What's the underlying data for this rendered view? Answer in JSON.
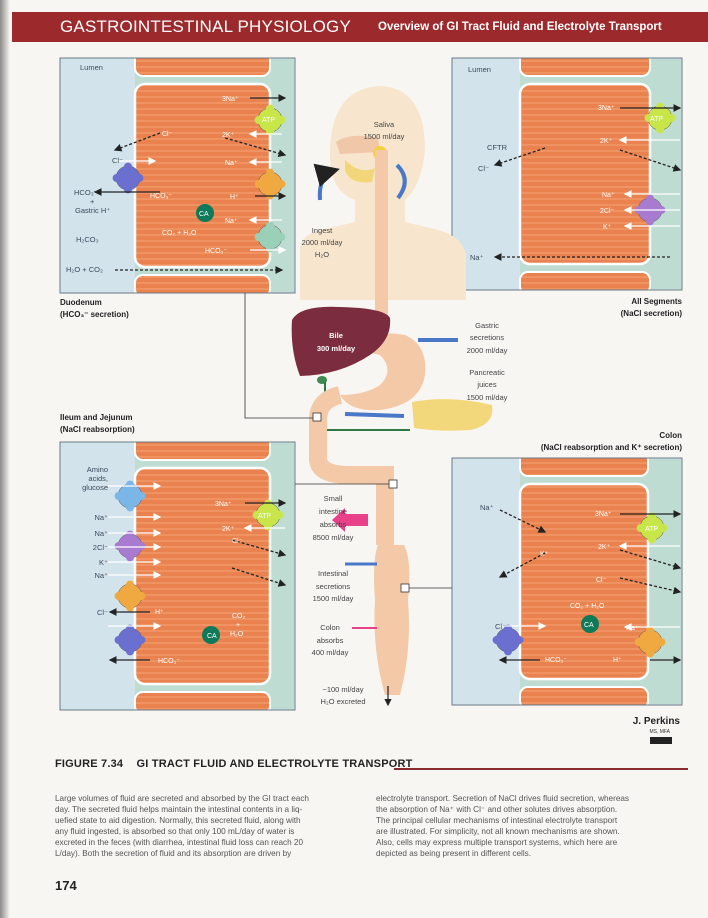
{
  "header": {
    "title": "GASTROINTESTINAL PHYSIOLOGY",
    "subtitle": "Overview of GI Tract Fluid and Electrolyte Transport"
  },
  "colors": {
    "header": "#9c2a2c",
    "cell": "#e9824f",
    "lumen": "#d3e3ec",
    "interstitium": "#bfdcd3",
    "liver": "#7b2d3f",
    "absorb_arrow": "#e8418a",
    "secrete_arrow": "#4a78c8",
    "ca": "#0e7a5a"
  },
  "panels": {
    "duodenum": {
      "lumen": "Lumen",
      "caption": [
        "Duodenum",
        "(HCO₃⁻ secretion)"
      ],
      "labels": [
        "3Na⁺",
        "ATP",
        "Cl⁻",
        "2K⁺",
        "Cl⁻",
        "Na⁺",
        "HCO₃⁻",
        "+",
        "Gastric H⁺",
        "H₂CO₃",
        "H₂O + CO₂",
        "HCO₃⁻",
        "H⁺",
        "CA",
        "Na⁺",
        "CO₂ + H₂O",
        "HCO₃⁻"
      ]
    },
    "all_segments": {
      "lumen": "Lumen",
      "caption": [
        "All Segments",
        "(NaCl secretion)"
      ],
      "labels": [
        "3Na⁺",
        "ATP",
        "2K⁺",
        "CFTR",
        "Cl⁻",
        "Na⁺",
        "2Cl⁻",
        "K⁺",
        "Na⁺"
      ]
    },
    "ileum_jejunum": {
      "caption": [
        "Ileum and Jejunum",
        "(NaCl reabsorption)"
      ],
      "labels": [
        "Amino",
        "acids,",
        "glucose",
        "Na⁺",
        "Na⁺",
        "2Cl⁻",
        "K⁺",
        "Na⁺",
        "Cl⁻",
        "3Na⁺",
        "ATP",
        "2K⁺",
        "Cl⁻",
        "H⁺",
        "CA",
        "CO₂",
        "+",
        "H₂O",
        "HCO₃⁻"
      ]
    },
    "colon": {
      "caption": [
        "Colon",
        "(NaCl reabsorption and K⁺ secretion)"
      ],
      "labels": [
        "Na⁺",
        "K⁺",
        "3Na⁺",
        "ATP",
        "2K⁺",
        "Cl⁻",
        "CO₂ + H₂O",
        "CA",
        "Na⁺",
        "Cl⁻",
        "HCO₃⁻",
        "H⁺"
      ]
    }
  },
  "center": {
    "saliva": [
      "Saliva",
      "1500 ml/day"
    ],
    "ingest": [
      "Ingest",
      "2000 ml/day",
      "H₂O"
    ],
    "bile": [
      "Bile",
      "300 ml/day"
    ],
    "gastric": [
      "Gastric",
      "secretions",
      "2000 ml/day"
    ],
    "pancreatic": [
      "Pancreatic",
      "juices",
      "1500 ml/day"
    ],
    "small_intestine": [
      "Small",
      "intestine",
      "absorbs",
      "8500 ml/day"
    ],
    "intestinal": [
      "Intestinal",
      "secretions",
      "1500 ml/day"
    ],
    "colon": [
      "Colon",
      "absorbs",
      "400 ml/day"
    ],
    "excreted": [
      "~100 ml/day",
      "H₂O excreted"
    ]
  },
  "signature": {
    "name": "J. Perkins",
    "credentials": "MS, MFA",
    "logo": "©ICON"
  },
  "figure": {
    "number": "FIGURE 7.34",
    "title": "GI TRACT FLUID AND ELECTROLYTE TRANSPORT"
  },
  "body": {
    "col1": [
      "Large volumes of fluid are secreted and absorbed by the GI tract each",
      "day. The secreted fluid helps maintain the intestinal contents in a liq-",
      "uefied state to aid digestion. Normally, this secreted fluid, along with",
      "any fluid ingested, is absorbed so that only 100 mL/day of water is",
      "excreted in the feces (with diarrhea, intestinal fluid loss can reach 20",
      "L/day). Both the secretion of fluid and its absorption are driven by"
    ],
    "col2": [
      "electrolyte transport. Secretion of NaCl drives fluid secretion, whereas",
      "the absorption of Na⁺ with Cl⁻ and other solutes drives absorption.",
      "The principal cellular mechanisms of intestinal electrolyte transport",
      "are illustrated. For simplicity, not all known mechanisms are shown.",
      "Also, cells may express multiple transport systems, which here are",
      "depicted as being present in different cells."
    ]
  },
  "page_number": "174"
}
